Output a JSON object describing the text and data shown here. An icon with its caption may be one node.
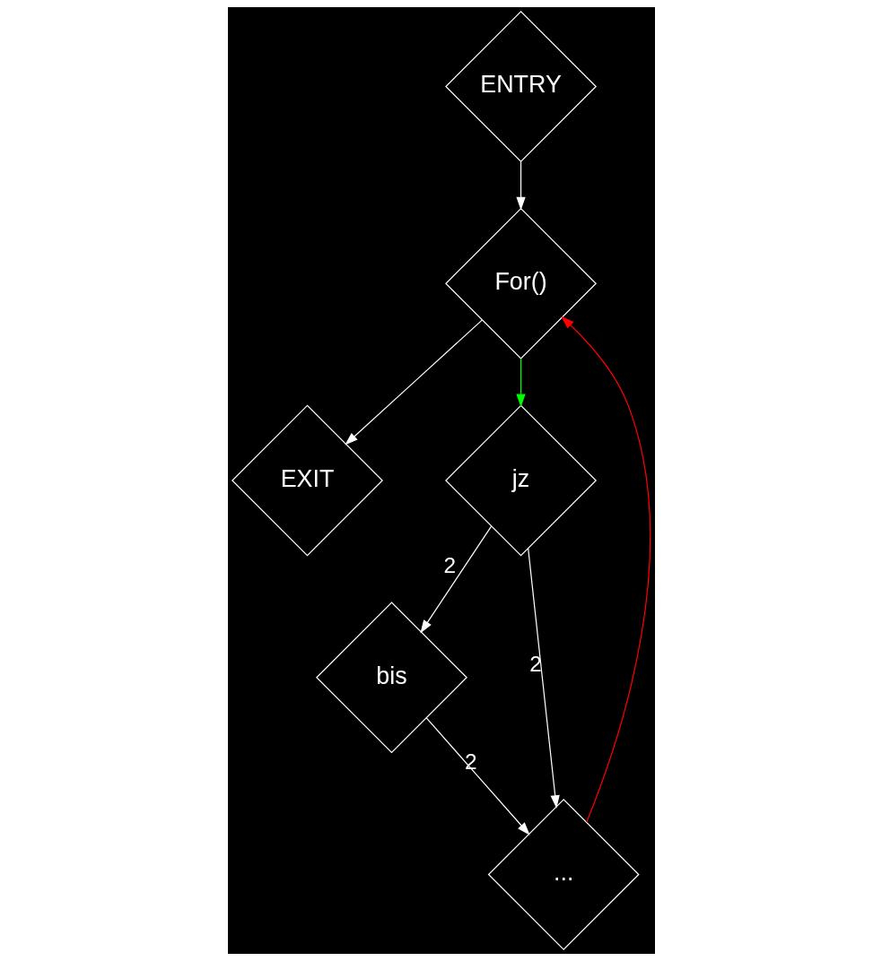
{
  "diagram": {
    "nodes": [
      {
        "text": [
          "ENTRY"
        ]
      },
      {
        "text": [
          "For()"
        ]
      },
      {
        "text": [
          "EXIT"
        ]
      },
      {
        "text": [
          "jz"
        ]
      },
      {
        "text": [
          "bis"
        ]
      },
      {
        "text": [
          "..."
        ]
      }
    ],
    "edges": [
      {
        "from": 0,
        "to": 1,
        "arrow": "to"
      },
      {
        "from": 1,
        "to": 2,
        "arrow": "to"
      },
      {
        "from": 1,
        "to": 3,
        "arrow": "to",
        "color": "#00ff00"
      },
      {
        "from": 3,
        "to": 5,
        "arrow": "to",
        "label": "2"
      },
      {
        "from": 3,
        "to": 4,
        "arrow": "to",
        "label": "2"
      },
      {
        "from": 4,
        "to": 5,
        "arrow": "to",
        "label": "2"
      },
      {
        "from": 5,
        "to": 1,
        "arrow": "to",
        "color": "#ff0000"
      }
    ]
  }
}
